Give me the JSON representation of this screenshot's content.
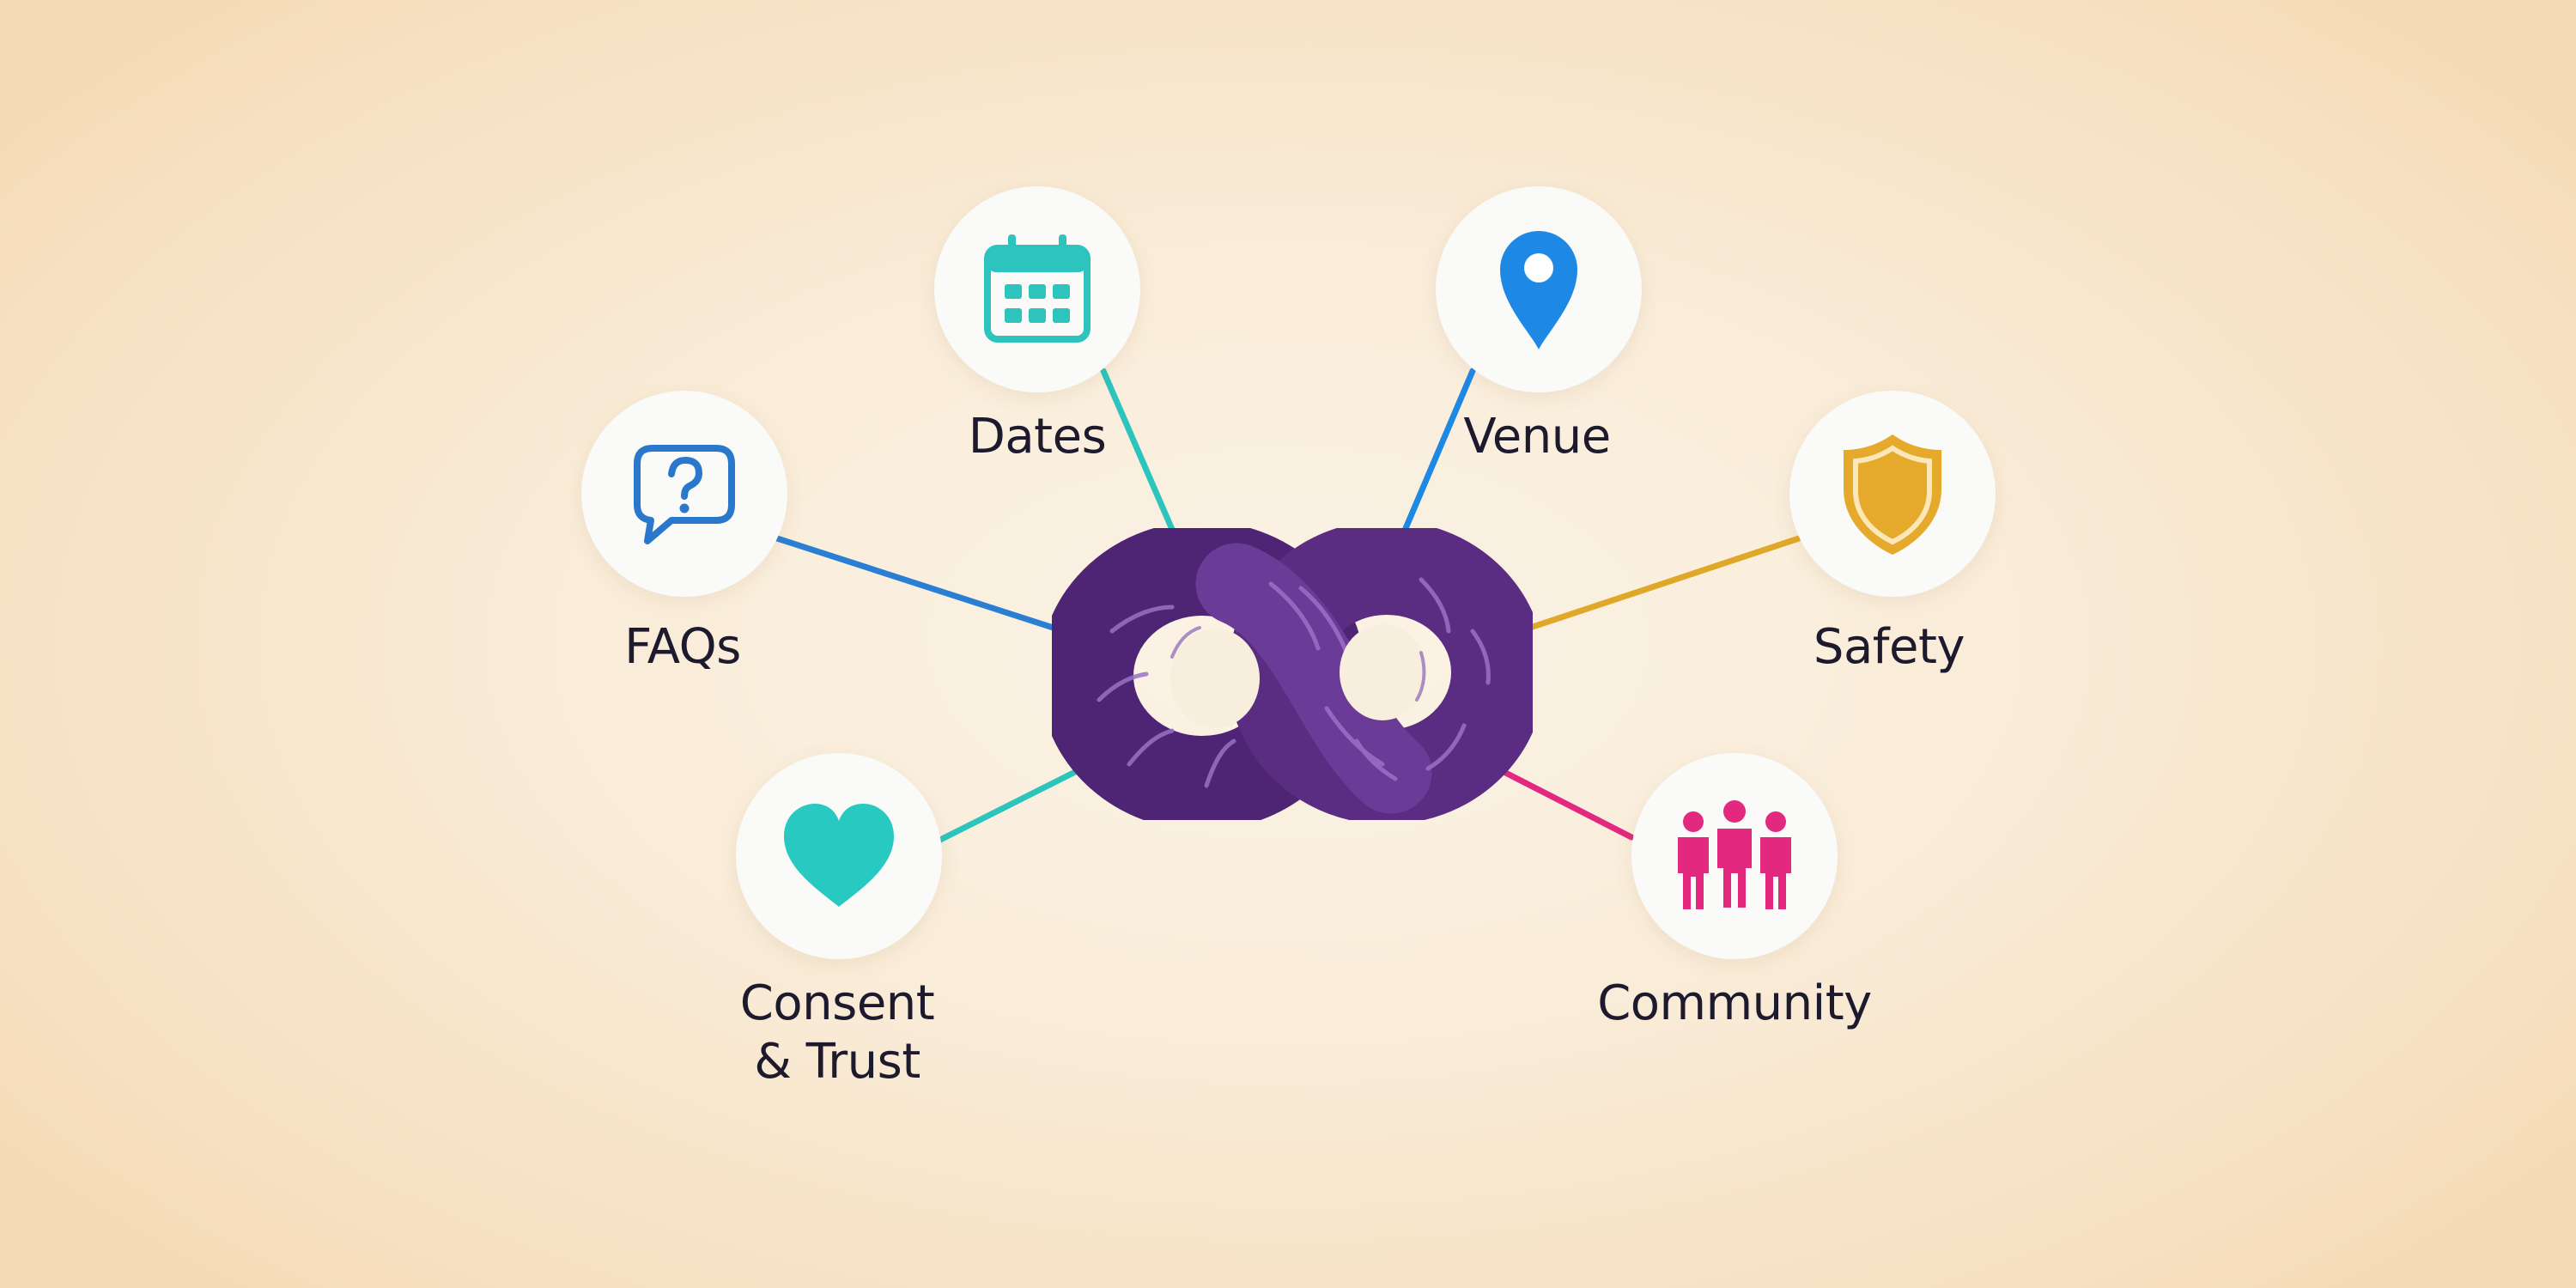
{
  "hub": {
    "icon": "infinity-knot-icon",
    "color": "#5a2d82"
  },
  "nodes": [
    {
      "id": "faqs",
      "label": "FAQs",
      "icon": "question-bubble-icon",
      "color": "#2a78cc"
    },
    {
      "id": "dates",
      "label": "Dates",
      "icon": "calendar-icon",
      "color": "#2cc4bd"
    },
    {
      "id": "venue",
      "label": "Venue",
      "icon": "map-pin-icon",
      "color": "#1e88e5"
    },
    {
      "id": "safety",
      "label": "Safety",
      "icon": "shield-icon",
      "color": "#e5a92b"
    },
    {
      "id": "consent",
      "label": "Consent\n& Trust",
      "icon": "heart-icon",
      "color": "#28c9c0"
    },
    {
      "id": "community",
      "label": "Community",
      "icon": "people-icon",
      "color": "#e2287f"
    }
  ]
}
